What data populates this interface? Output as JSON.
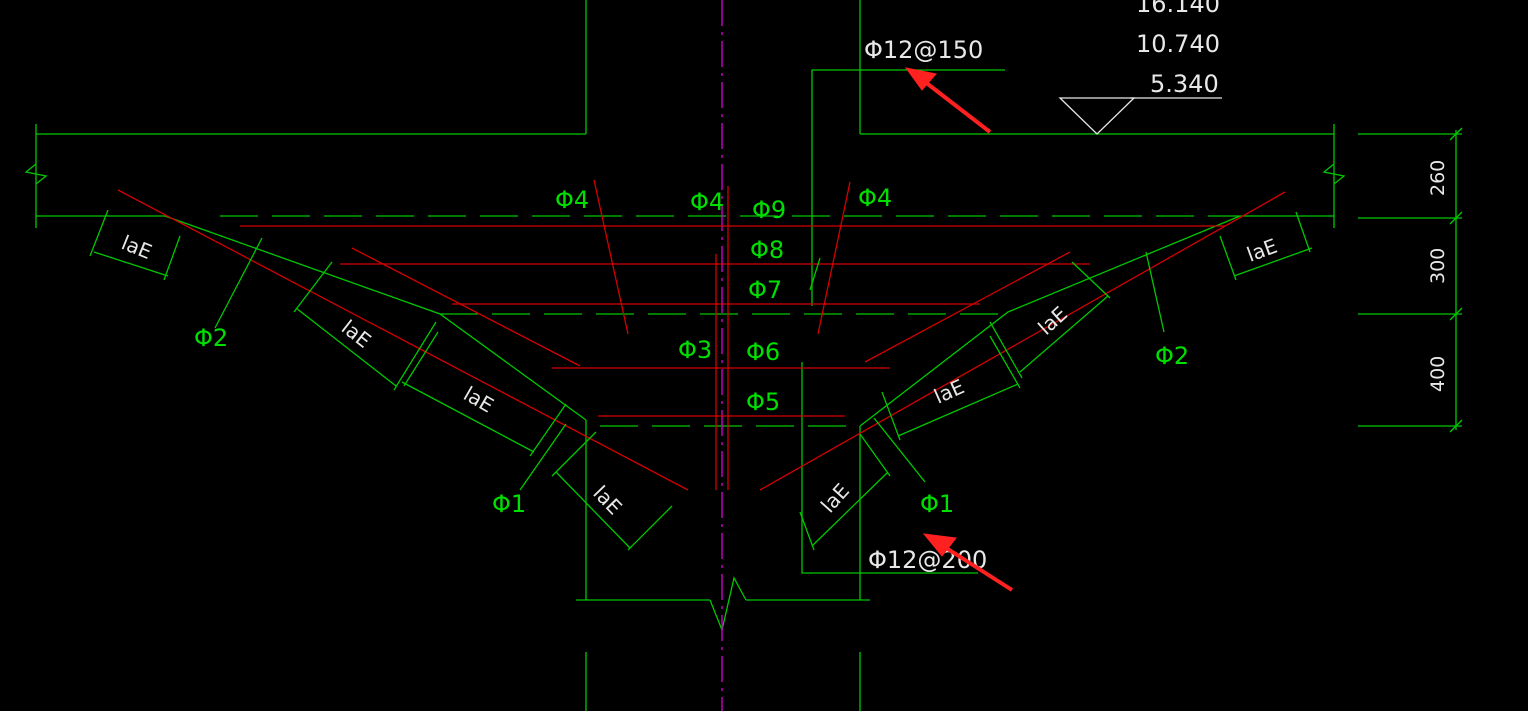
{
  "elevations": [
    "16.140",
    "10.740",
    "5.340"
  ],
  "rebar_spacing": {
    "top": "Φ12@150",
    "bottom": "Φ12@200"
  },
  "bar_marks": {
    "phi1": "Φ1",
    "phi2": "Φ2",
    "phi3": "Φ3",
    "phi4": "Φ4",
    "phi5": "Φ5",
    "phi6": "Φ6",
    "phi7": "Φ7",
    "phi8": "Φ8",
    "phi9": "Φ9"
  },
  "anchorage_label": "laE",
  "dimensions": [
    "260",
    "300",
    "400"
  ],
  "colors": {
    "background": "#000000",
    "concrete_outline": "#00c800",
    "rebar": "#d40000",
    "axis": "#cc00cc",
    "annotation_arrow": "#ff2020"
  }
}
